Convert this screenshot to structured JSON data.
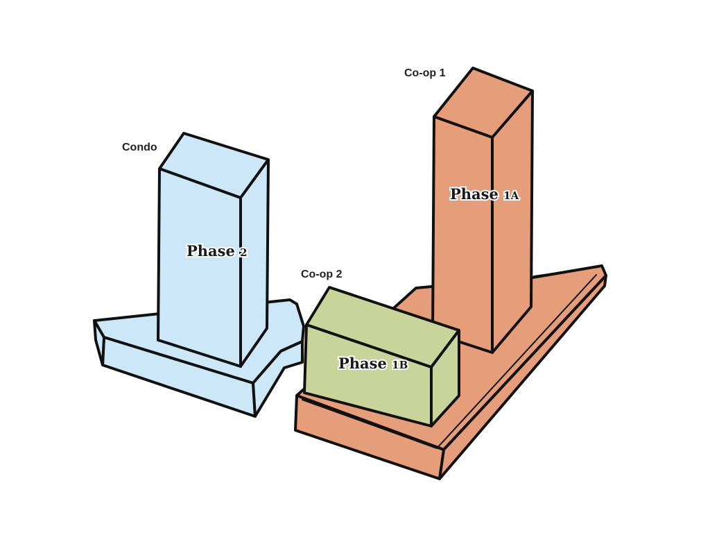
{
  "colors": {
    "phase2": "#cce8f8",
    "phase1a": "#e69d7a",
    "phase1b": "#c9d49a",
    "outline": "#111111"
  },
  "buildings": {
    "condo": {
      "label": "Condo",
      "phase_main": "Phase ",
      "phase_suffix": "2"
    },
    "coop1": {
      "label": "Co-op 1",
      "phase_main": "Phase ",
      "phase_suffix": "1A"
    },
    "coop2": {
      "label": "Co-op 2",
      "phase_main": "Phase ",
      "phase_suffix": "1B"
    }
  }
}
